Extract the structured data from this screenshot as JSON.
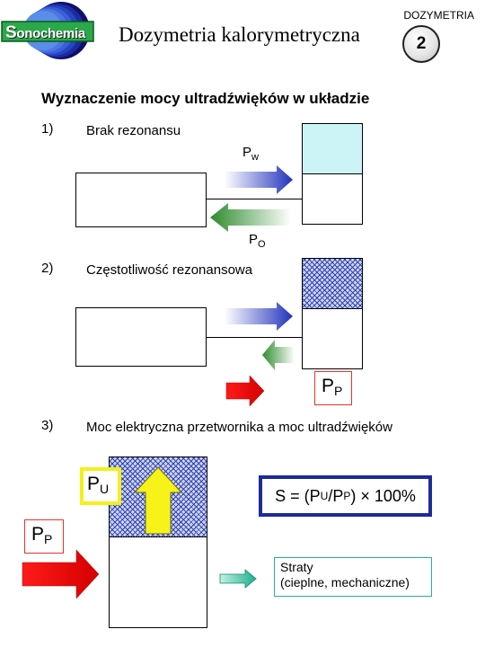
{
  "logo": {
    "initial": "S",
    "rest": "onochemia"
  },
  "header": {
    "tag": "DOZYMETRIA",
    "title": "Dozymetria kalorymetryczna",
    "slide_number": "2"
  },
  "heading": "Wyznaczenie mocy ultradźwięków w układzie",
  "sections": [
    {
      "number": "1)",
      "description": "Brak rezonansu"
    },
    {
      "number": "2)",
      "description": "Częstotliwość rezonansowa"
    },
    {
      "number": "3)",
      "description": "Moc elektryczna przetwornika a moc ultradźwięków"
    }
  ],
  "labels": {
    "pw": {
      "main": "P",
      "sub": "w"
    },
    "po": {
      "main": "P",
      "sub": "O"
    },
    "pp": {
      "main": "P",
      "sub": "P"
    },
    "pu": {
      "main": "P",
      "sub": "U"
    },
    "pp2": {
      "main": "P",
      "sub": "P"
    }
  },
  "formula": {
    "prefix": "S = (P",
    "sub1": "U",
    "slash": "/P",
    "sub2": "P",
    "suffix": ") × 100%"
  },
  "straty": {
    "line1": "Straty",
    "line2": "(cieplne, mechaniczne)"
  },
  "icons": {
    "forward": "blue-forward-arrow",
    "reflected": "green-reflected-arrow",
    "absorbed": "red-power-arrow",
    "ultrasound": "yellow-up-arrow",
    "losses": "teal-loss-arrow"
  },
  "colors": {
    "cyan": "#ccf4f6",
    "hatch": "#3342a6",
    "yellow": "#f3f01b",
    "red": "#e8332a",
    "navy": "#1c2c9a",
    "teal": "#25b08f"
  }
}
